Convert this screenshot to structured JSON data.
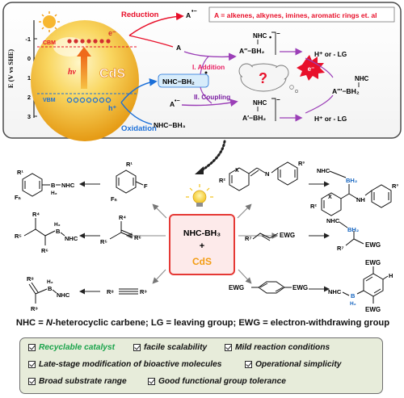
{
  "top": {
    "y_axis_label": "E (V vs SHE)",
    "y_ticks": [
      "-1",
      "0",
      "1",
      "2",
      "3"
    ],
    "cbm": "CBM",
    "vbm": "VBM",
    "hv": "hν",
    "cds": "CdS",
    "electron": "e⁻",
    "hole": "h⁺",
    "reduction": "Reduction",
    "oxidation": "Oxidation",
    "a_radical_anion": "A",
    "a_definition": "A = alkenes, alkynes, imines, aromatic rings et. al",
    "a": "A",
    "addition": "I. Addition",
    "coupling": "II. Coupling",
    "nhc_bh2_radical": "NHC−BH₂",
    "nhc_bh3": "NHC−BH₃",
    "nhc": "NHC",
    "bh2_addition": "A′′−BH₂",
    "bh2_coupling": "A′−BH₂",
    "product_nhc": "NHC",
    "product_bh2": "A′′′−BH₂",
    "h_or_lg_1": "H⁺ or - LG",
    "h_or_lg_2": "H⁺ or - LG",
    "question": "?",
    "e_minus": "e⁻"
  },
  "center": {
    "reagent": "NHC-BH₃",
    "plus": "+",
    "catalyst": "CdS"
  },
  "reactions": {
    "left1_sub": {
      "r1": "R¹",
      "fn": "Fₙ",
      "f": "F"
    },
    "left1_prod": {
      "r1": "R¹",
      "fn": "Fₙ",
      "b": "B",
      "nhc": "NHC",
      "h2": "H₂"
    },
    "left2_sub": {
      "r4": "R⁴",
      "r5": "R⁵",
      "r6": "R⁶"
    },
    "left2_prod": {
      "r4": "R⁴",
      "r5": "R⁵",
      "r6": "R⁶",
      "b": "B",
      "nhc": "NHC",
      "h2": "H₂"
    },
    "left3_sub": {
      "r8": "R⁸",
      "r9": "R⁹"
    },
    "left3_prod": {
      "r8": "R⁸",
      "r9": "R⁹",
      "b": "B",
      "nhc": "NHC",
      "h2": "H₂"
    },
    "right1_sub": {
      "r2": "R²",
      "x": "X",
      "n": "N",
      "r3": "R³"
    },
    "right1_prod": {
      "nhc": "NHC",
      "bh2": "BH₂",
      "r2": "R²",
      "x": "X",
      "nh": "NH",
      "r3": "R³"
    },
    "right2_sub": {
      "r7": "R⁷",
      "ewg": "EWG"
    },
    "right2_prod": {
      "nhc": "NHC",
      "bh2": "BH₂",
      "r7": "R⁷",
      "ewg": "EWG"
    },
    "right3_sub": {
      "ewg1": "EWG",
      "ewg2": "EWG"
    },
    "right3_prod": {
      "ewg1": "EWG",
      "ewg2": "EWG",
      "h": "H",
      "nhc": "NHC",
      "b": "B",
      "h2": "H₂"
    }
  },
  "caption": {
    "nhc": "NHC = ",
    "n_hetero": "N",
    "rest": "-heterocyclic carbene; LG = leaving group; EWG = electron-withdrawing group"
  },
  "benefits": [
    "Recyclable catalyst",
    "facile scalability",
    "Mild reaction conditions",
    "Late-stage modification of bioactive molecules",
    "Operational simplicity",
    "Broad substrate range",
    "Good functional group tolerance"
  ],
  "colors": {
    "reduction": "#e8102a",
    "oxidation": "#1b6fd8",
    "purple_arrow": "#9b3fb7",
    "addition": "#e91e63",
    "coupling": "#7b1fa2",
    "recyclable": "#19a34a",
    "cds_box": "#e53935",
    "cds_text": "#f39c12",
    "nhc_blue": "#1565c0"
  }
}
